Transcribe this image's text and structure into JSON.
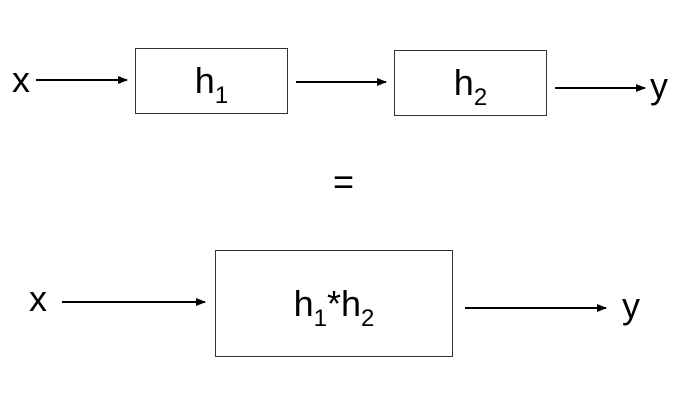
{
  "top_row": {
    "input_label": "x",
    "output_label": "y",
    "box1": {
      "base": "h",
      "sub": "1"
    },
    "box2": {
      "base": "h",
      "sub": "2"
    }
  },
  "equals": "=",
  "bottom_row": {
    "input_label": "x",
    "output_label": "y",
    "box": {
      "base1": "h",
      "sub1": "1",
      "op": "*",
      "base2": "h",
      "sub2": "2"
    }
  }
}
